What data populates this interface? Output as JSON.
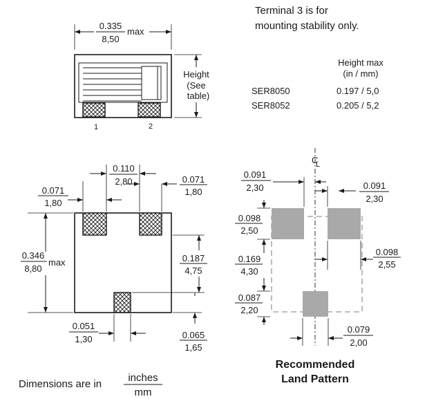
{
  "top_view": {
    "width_in": "0.335",
    "width_mm": "8,50",
    "max_label": "max",
    "height_label_lines": [
      "Height",
      "(See",
      "table)"
    ],
    "terminal_1": "1",
    "terminal_2": "2"
  },
  "note": [
    "Terminal 3 is for",
    "mounting stability only."
  ],
  "height_table": {
    "header_lines": [
      "Height max",
      "(in / mm)"
    ],
    "rows": [
      {
        "part": "SER8050",
        "value": "0.197 / 5,0"
      },
      {
        "part": "SER8052",
        "value": "0.205 / 5,2"
      }
    ]
  },
  "bottom_view": {
    "pad_spacing": {
      "in": "0.110",
      "mm": "2,80"
    },
    "left_pad_width": {
      "in": "0.071",
      "mm": "1,80"
    },
    "right_pad_width": {
      "in": "0.071",
      "mm": "1,80"
    },
    "overall_length": {
      "in": "0.346",
      "mm": "8,80",
      "suffix": "max"
    },
    "pad_to_pad": {
      "in": "0.187",
      "mm": "4,75"
    },
    "center_pad_width": {
      "in": "0.051",
      "mm": "1,30"
    },
    "center_pad_length": {
      "in": "0.065",
      "mm": "1,65"
    }
  },
  "land_pattern": {
    "centerline_symbol": "C",
    "centerline_sub": "L",
    "dims": {
      "left_gap": {
        "in": "0.091",
        "mm": "2,30"
      },
      "right_gap": {
        "in": "0.091",
        "mm": "2,30"
      },
      "top_pad_height": {
        "in": "0.098",
        "mm": "2,50"
      },
      "right_pad_width": {
        "in": "0.098",
        "mm": "2,55"
      },
      "pad_spacing": {
        "in": "0.169",
        "mm": "4,30"
      },
      "bottom_pad_height": {
        "in": "0.087",
        "mm": "2,20"
      },
      "bottom_pad_width": {
        "in": "0.079",
        "mm": "2,00"
      }
    },
    "caption_lines": [
      "Recommended",
      "Land Pattern"
    ]
  },
  "units_note": {
    "text": "Dimensions are in",
    "numerator": "inches",
    "denominator": "mm"
  }
}
